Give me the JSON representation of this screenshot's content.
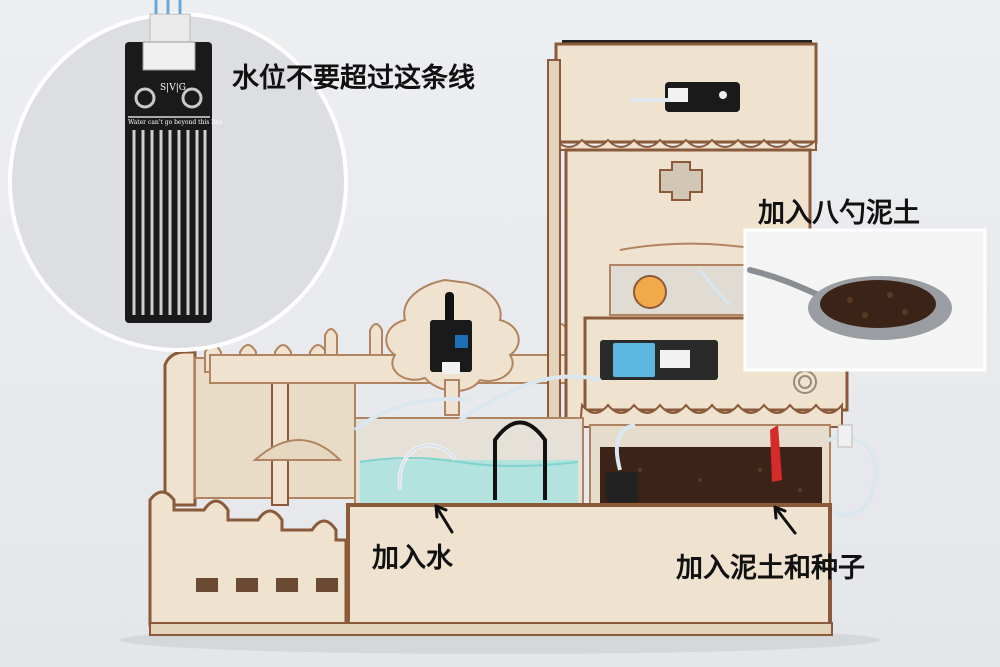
{
  "annotations": {
    "water_line": "水位不要超过这条线",
    "add_soil_amount": "加入八勺泥土",
    "add_water": "加入水",
    "add_soil_seeds": "加入泥土和种子"
  },
  "sensor_board": {
    "pin_label": "S|V|G",
    "line_text": "Water can't go beyond this line"
  },
  "colors": {
    "background": "#e9eaed",
    "plywood": "#efe3d0",
    "plywood_edge": "#8a5a3a",
    "soil": "#3b2417",
    "water": "#a8e3df",
    "sensor_pcb": "#1a1a1a"
  }
}
